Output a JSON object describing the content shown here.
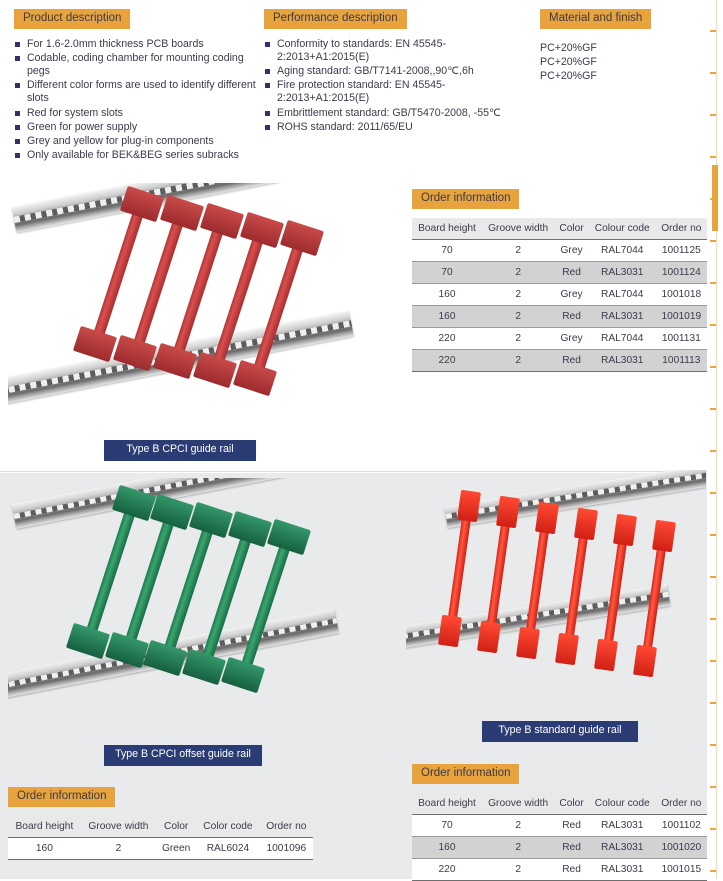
{
  "sections": {
    "product_description": {
      "title": "Product description",
      "items": [
        "For 1.6-2.0mm thickness PCB boards",
        "Codable, coding chamber for mounting coding pegs",
        "Different color forms are used to identify different slots",
        "Red for system slots",
        "Green for power supply",
        "Grey and yellow for plug-in components",
        "Only available for BEK&BEG series subracks"
      ]
    },
    "performance_description": {
      "title": "Performance description",
      "items": [
        "Conformity to standards: EN 45545-2:2013+A1:2015(E)",
        "Aging standard: GB/T7141-2008,,90℃,6h",
        "Fire protection standard: EN 45545-2:2013+A1:2015(E)",
        "Embrittlement standard: GB/T5470-2008, -55℃",
        "ROHS standard: 2011/65/EU"
      ]
    },
    "material_and_finish": {
      "title": "Material and finish",
      "lines": [
        "PC+20%GF",
        "PC+20%GF",
        "PC+20%GF"
      ]
    }
  },
  "figures": {
    "cpci_guide_rail": {
      "caption": "Type B CPCI guide rail",
      "color": "#b23436"
    },
    "cpci_offset_guide_rail": {
      "caption": "Type B CPCI offset guide rail",
      "color": "#1d7a4e"
    },
    "standard_guide_rail": {
      "caption": "Type B standard guide rail",
      "color": "#e02318"
    }
  },
  "order_tables": {
    "cpci": {
      "title": "Order information",
      "columns": [
        "Board height",
        "Groove width",
        "Color",
        "Colour code",
        "Order no"
      ],
      "rows": [
        [
          "70",
          "2",
          "Grey",
          "RAL7044",
          "1001125"
        ],
        [
          "70",
          "2",
          "Red",
          "RAL3031",
          "1001124"
        ],
        [
          "160",
          "2",
          "Grey",
          "RAL7044",
          "1001018"
        ],
        [
          "160",
          "2",
          "Red",
          "RAL3031",
          "1001019"
        ],
        [
          "220",
          "2",
          "Grey",
          "RAL7044",
          "1001131"
        ],
        [
          "220",
          "2",
          "Red",
          "RAL3031",
          "1001113"
        ]
      ]
    },
    "offset": {
      "title": "Order information",
      "columns": [
        "Board height",
        "Groove width",
        "Color",
        "Color code",
        "Order no"
      ],
      "rows": [
        [
          "160",
          "2",
          "Green",
          "RAL6024",
          "1001096"
        ]
      ]
    },
    "standard": {
      "title": "Order information",
      "columns": [
        "Board height",
        "Groove width",
        "Color",
        "Colour code",
        "Order no"
      ],
      "rows": [
        [
          "70",
          "2",
          "Red",
          "RAL3031",
          "1001102"
        ],
        [
          "160",
          "2",
          "Red",
          "RAL3031",
          "1001020"
        ],
        [
          "220",
          "2",
          "Red",
          "RAL3031",
          "1001015"
        ]
      ]
    }
  },
  "theme": {
    "badge_bg": "#e8a33d",
    "caption_bg": "#2b3b73",
    "panel_bg": "#e9eaec",
    "marker": "#e9a33c"
  }
}
